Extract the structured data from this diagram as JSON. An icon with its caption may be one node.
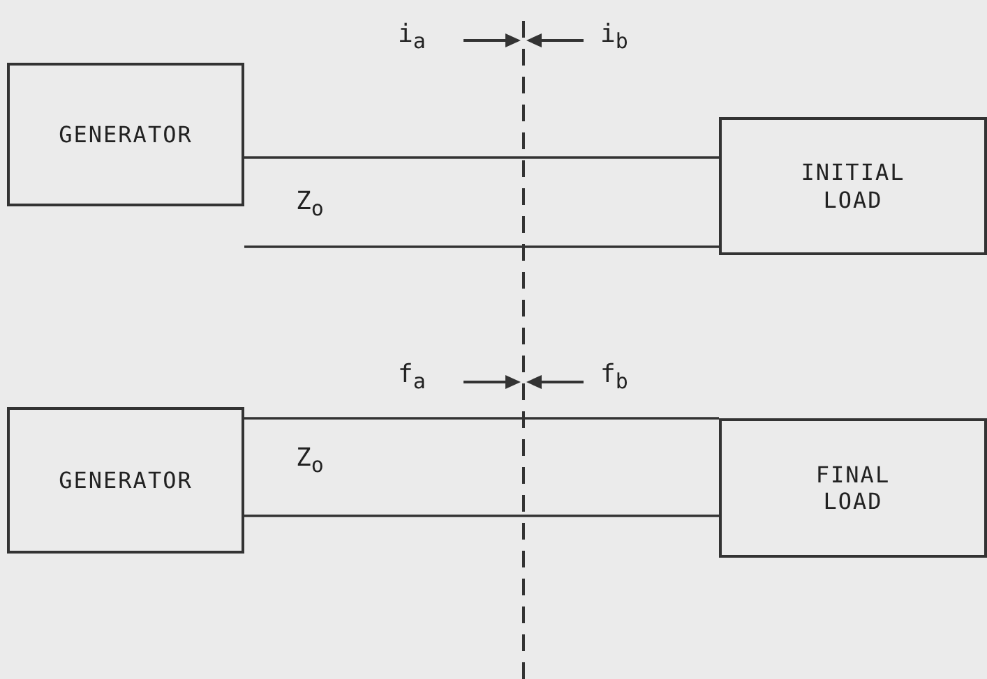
{
  "diagram": {
    "nodes": [
      {
        "text": [
          "GENERATOR"
        ]
      },
      {
        "text": [
          "INITIAL LOAD"
        ]
      },
      {
        "text": [
          "GENERATOR"
        ]
      },
      {
        "text": [
          "FINAL LOAD"
        ]
      }
    ],
    "edges": [
      {
        "from": 0,
        "to": 1,
        "arrow": "none"
      },
      {
        "from": 0,
        "to": 1,
        "arrow": "none"
      },
      {
        "from": 2,
        "to": 3,
        "arrow": "none"
      },
      {
        "from": 2,
        "to": 3,
        "arrow": "none"
      }
    ],
    "labels": [
      "i$_{a}$",
      "i$_{b}$",
      "Z$_{o}$",
      "f$_{a}$",
      "f$_{b}$",
      "Z$_{o}$"
    ]
  }
}
